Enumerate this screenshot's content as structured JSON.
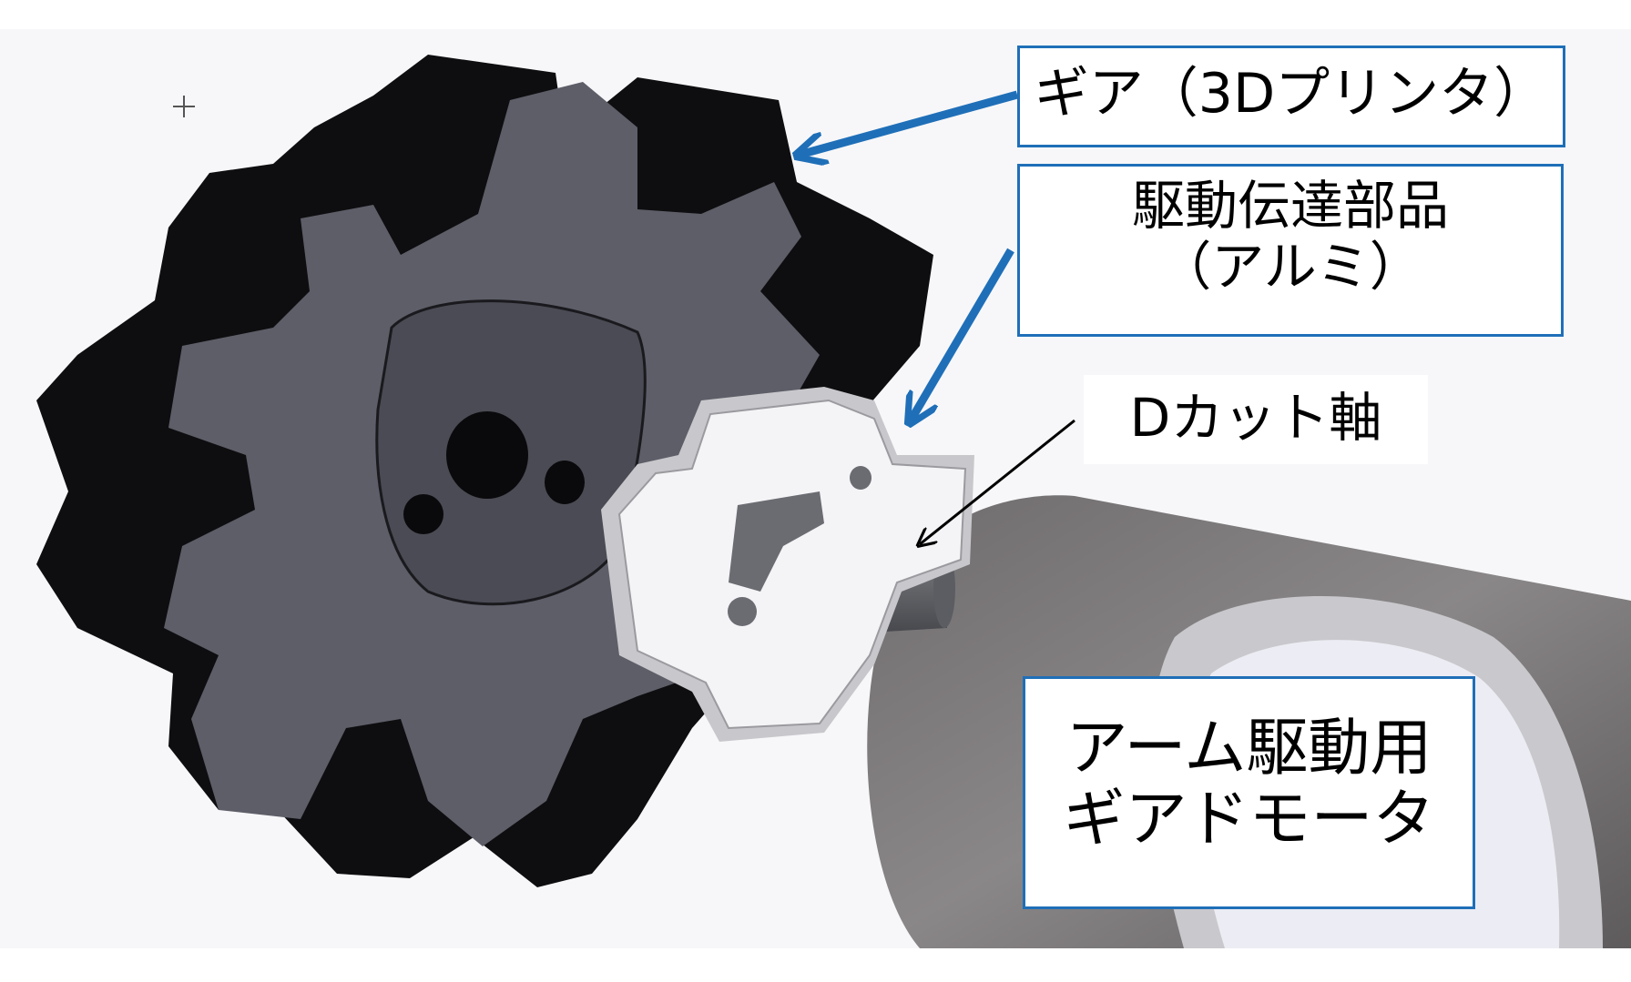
{
  "diagram": {
    "labels": {
      "gear": "ギア（3Dプリンタ）",
      "transfer_line1": "駆動伝達部品",
      "transfer_line2": "（アルミ）",
      "shaft": "Dカット軸",
      "motor_line1": "アーム駆動用",
      "motor_line2": "ギアドモータ"
    },
    "colors": {
      "callout_border": "#1f6fb8",
      "callout_arrow": "#1f6fb8",
      "gear_face": "#5d5e68",
      "gear_side": "#0e0e10",
      "aluminum_part": "#f4f4f6",
      "motor_body": "#7a7778",
      "shaft": "#5c5d62",
      "background": "#f7f7f9"
    },
    "icons": {
      "cursor": "crosshair-icon"
    }
  }
}
